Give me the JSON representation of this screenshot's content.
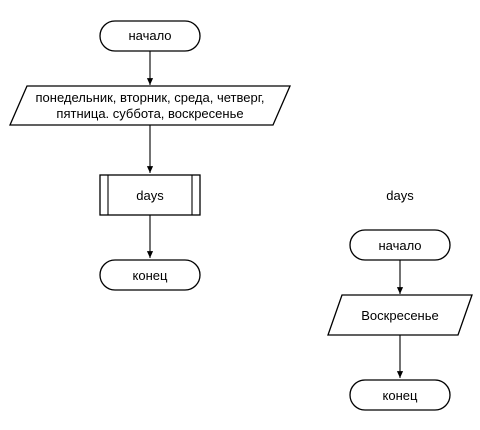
{
  "main_flow": {
    "start_label": "начало",
    "input_line1": "понедельник, вторник, среда, четверг,",
    "input_line2": "пятница. суббота, воскресенье",
    "process_label": "days",
    "end_label": "конец"
  },
  "sub_flow": {
    "title": "days",
    "start_label": "начало",
    "input_label": "Воскресенье",
    "end_label": "конец"
  }
}
